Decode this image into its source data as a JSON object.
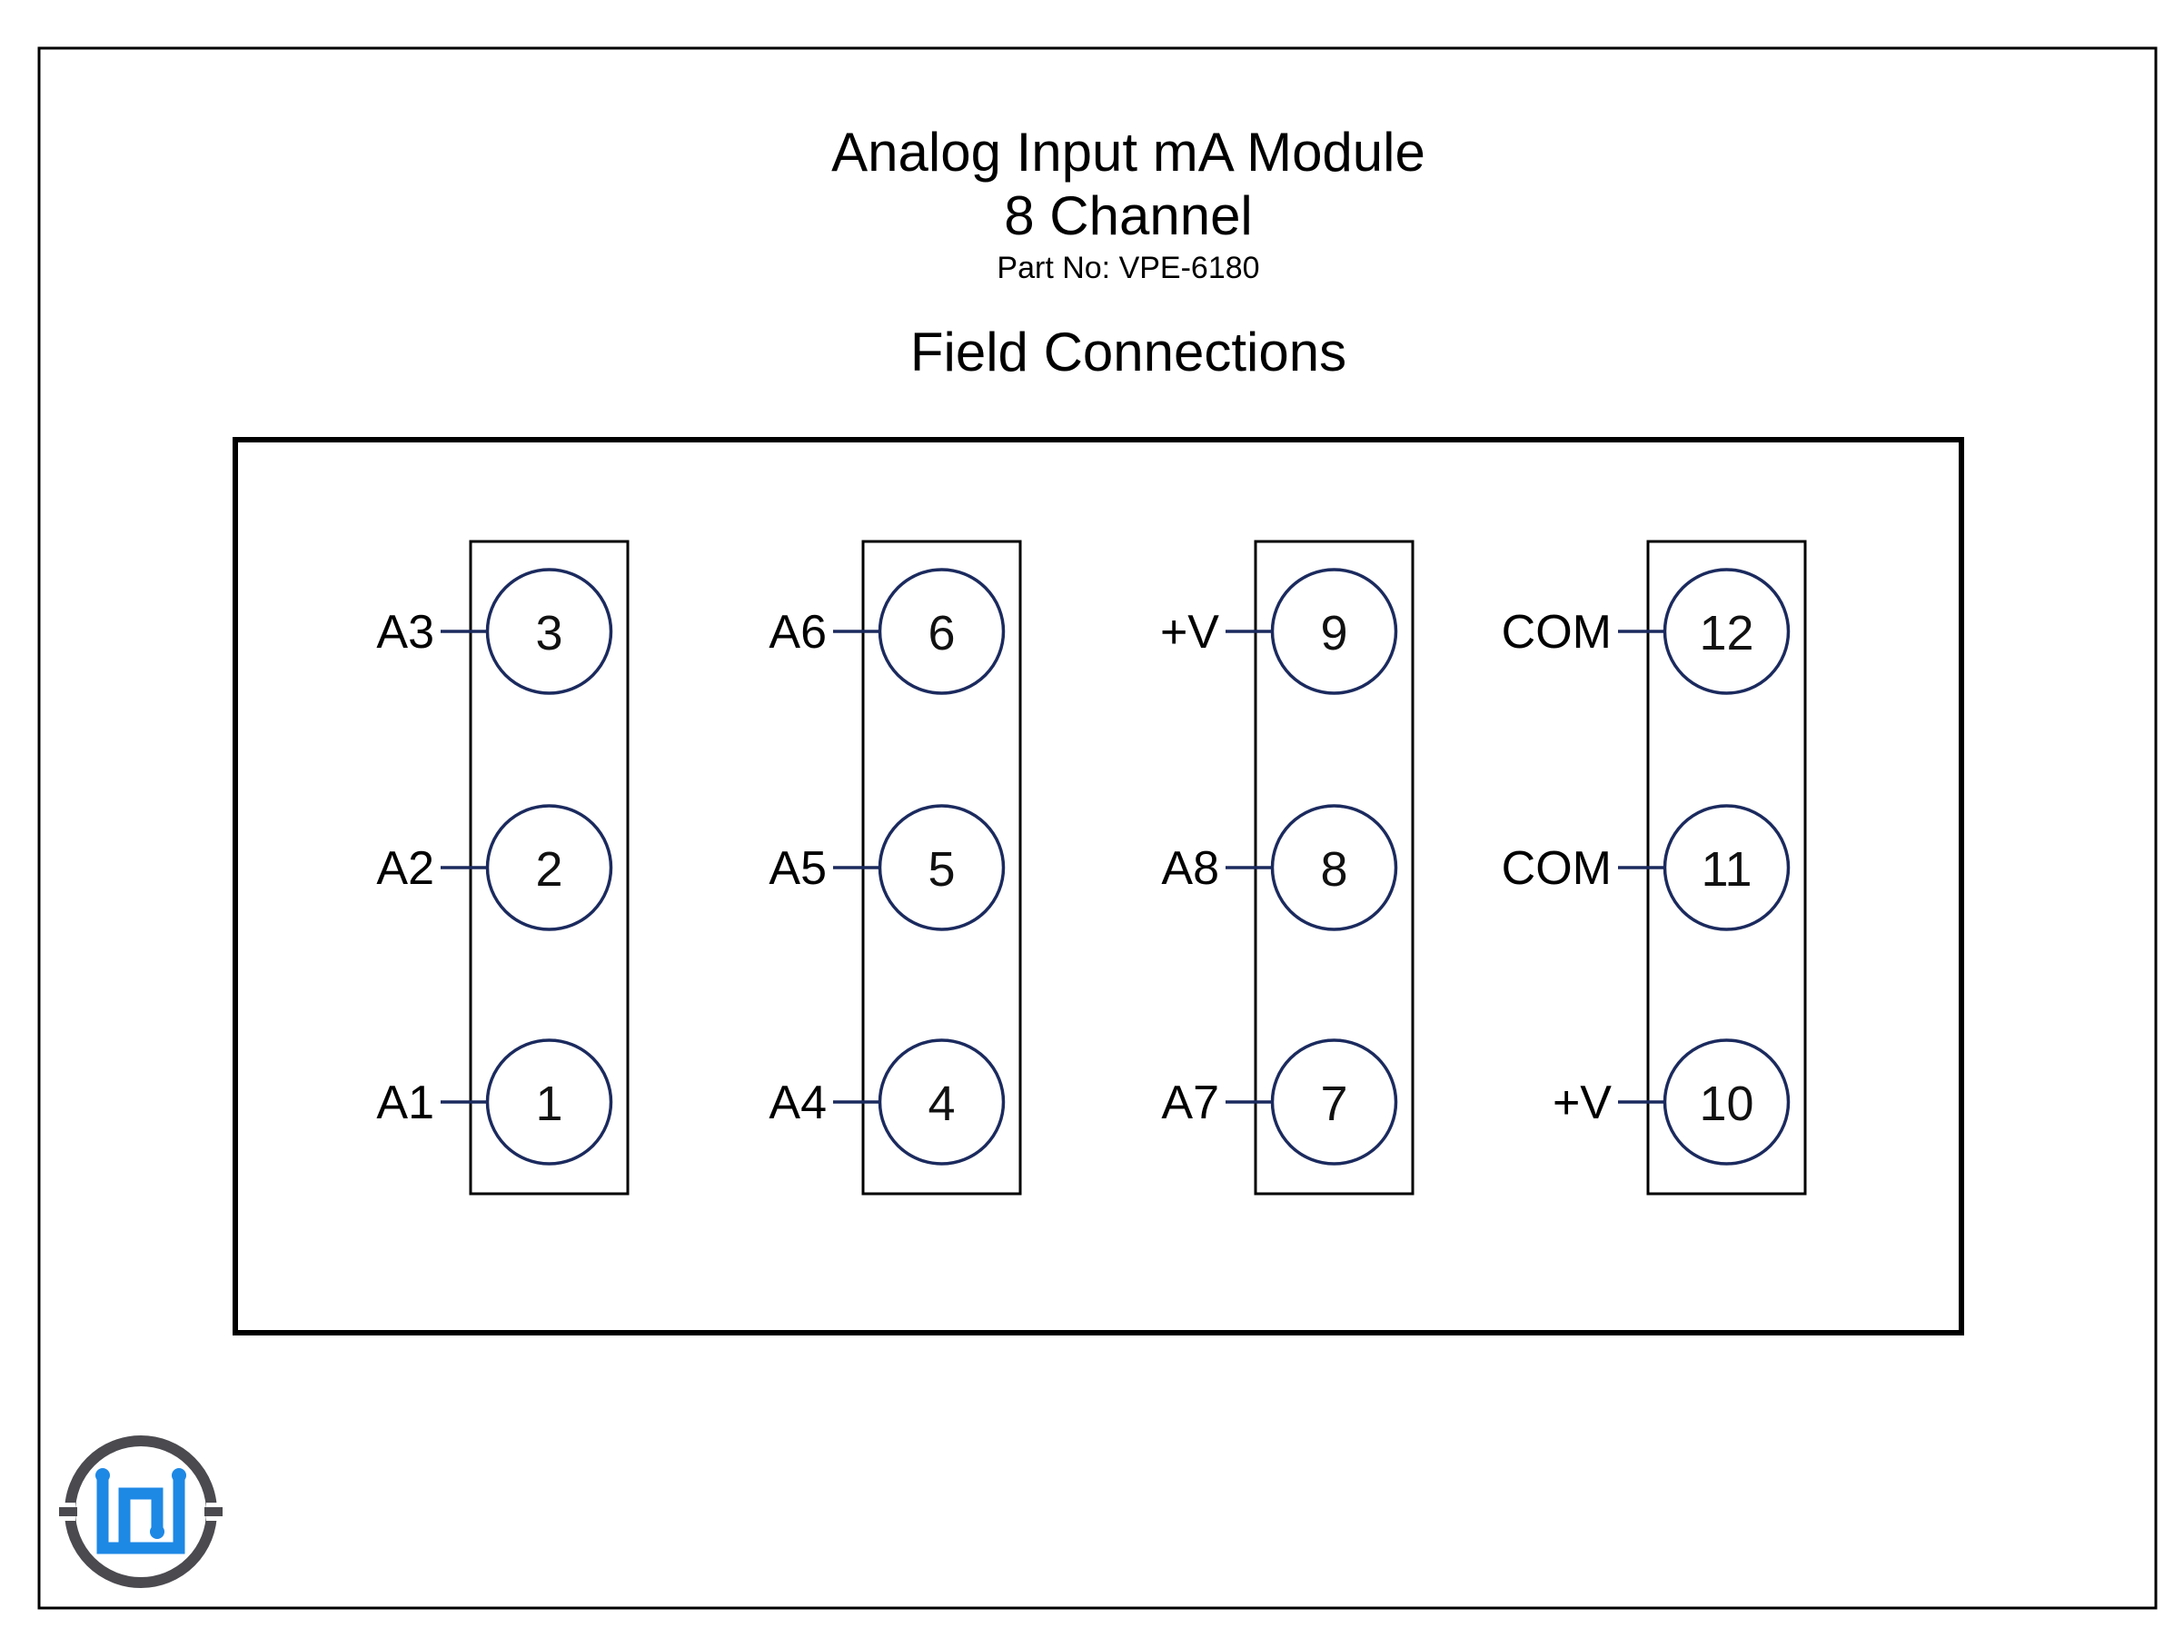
{
  "diagram": {
    "title_line1": "Analog Input mA Module",
    "title_line2": "8 Channel",
    "part_number": "Part No: VPE-6180",
    "section_title": "Field Connections",
    "terminal_blocks": [
      {
        "terminals": [
          {
            "number": "3",
            "label": "A3"
          },
          {
            "number": "2",
            "label": "A2"
          },
          {
            "number": "1",
            "label": "A1"
          }
        ]
      },
      {
        "terminals": [
          {
            "number": "6",
            "label": "A6"
          },
          {
            "number": "5",
            "label": "A5"
          },
          {
            "number": "4",
            "label": "A4"
          }
        ]
      },
      {
        "terminals": [
          {
            "number": "9",
            "label": "+V"
          },
          {
            "number": "8",
            "label": "A8"
          },
          {
            "number": "7",
            "label": "A7"
          }
        ]
      },
      {
        "terminals": [
          {
            "number": "12",
            "label": "COM"
          },
          {
            "number": "11",
            "label": "COM"
          },
          {
            "number": "10",
            "label": "+V"
          }
        ]
      }
    ],
    "logo": {
      "icon": "company-logo-icon",
      "ring_color": "#4a4a4f",
      "accent_color": "#1e88e5"
    },
    "colors": {
      "wire": "#1b2a5e",
      "terminal_stroke": "#1b2a5e",
      "frame": "#000000"
    }
  }
}
